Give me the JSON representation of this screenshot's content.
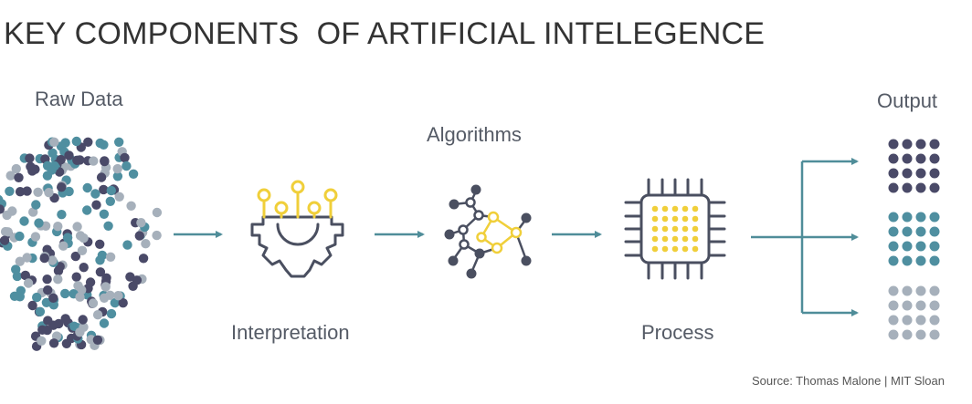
{
  "title": "KEY COMPONENTS  OF ARTIFICIAL INTELEGENCE",
  "labels": {
    "raw_data": "Raw Data",
    "algorithms": "Algorithms",
    "interpretation": "Interpretation",
    "process": "Process",
    "output": "Output"
  },
  "source": "Source: Thomas Malone | MIT Sloan",
  "colors": {
    "dark": "#4a4a68",
    "teal": "#4f8fa0",
    "gray": "#a6b0bb",
    "yellow": "#f0cf3a",
    "arrow": "#4f8d99",
    "outline": "#4a4f60"
  }
}
